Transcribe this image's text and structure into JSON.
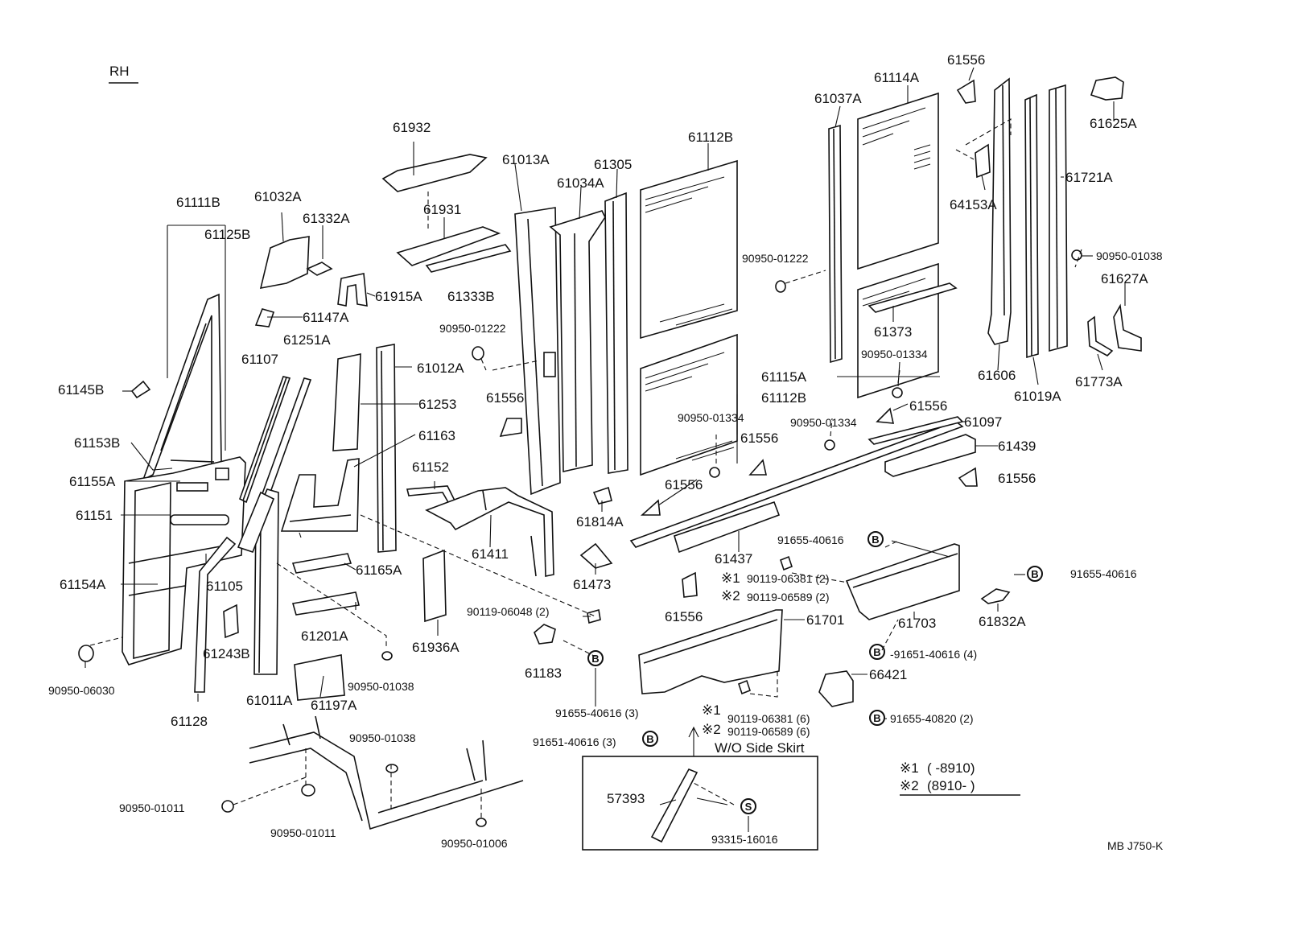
{
  "diagram": {
    "side_label": "RH",
    "drawing_code": "MB J750-K",
    "wo_side_skirt_label": "W/O Side Skirt",
    "legend": {
      "mark1": "※1",
      "mark1_range": "(       -8910)",
      "mark2": "※2",
      "mark2_range": "(8910-        )"
    },
    "circle_marks": {
      "b": "B",
      "s": "S"
    },
    "parts": {
      "p61111B": "61111B",
      "p61125B": "61125B",
      "p61032A": "61032A",
      "p61332A": "61332A",
      "p61932": "61932",
      "p61931": "61931",
      "p61333B": "61333B",
      "p61013A": "61013A",
      "p61034A": "61034A",
      "p61305": "61305",
      "p61112B_top": "61112B",
      "p61037A": "61037A",
      "p61114A": "61114A",
      "p61556_top": "61556",
      "p61625A": "61625A",
      "p61721A": "61721A",
      "p64153A": "64153A",
      "p90950_01038_r": "90950-01038",
      "p61627A": "61627A",
      "p61773A": "61773A",
      "p61606": "61606",
      "p61019A": "61019A",
      "p61915A": "61915A",
      "p61147A": "61147A",
      "p61251A": "61251A",
      "p61107": "61107",
      "p61012A": "61012A",
      "p61253": "61253",
      "p61163": "61163",
      "p61145B": "61145B",
      "p61153B": "61153B",
      "p61155A": "61155A",
      "p61151": "61151",
      "p61154A": "61154A",
      "p61105": "61105",
      "p61165A": "61165A",
      "p61201A": "61201A",
      "p61243B": "61243B",
      "p61128": "61128",
      "p61011A": "61011A",
      "p61197A": "61197A",
      "p90950_06030": "90950-06030",
      "p90950_01038_a": "90950-01038",
      "p90950_01038_b": "90950-01038",
      "p90950_01011_a": "90950-01011",
      "p90950_01011_b": "90950-01011",
      "p90950_01006": "90950-01006",
      "p90950_01222_l": "90950-01222",
      "p61556_l": "61556",
      "p61152": "61152",
      "p61411": "61411",
      "p61936A": "61936A",
      "p90119_06048": "90119-06048 (2)",
      "p61183": "61183",
      "p91655_40616_3": "91655-40616 (3)",
      "p91651_40616_3": "91651-40616 (3)",
      "p61814A": "61814A",
      "p61473": "61473",
      "p61556_c": "61556",
      "p61437": "61437",
      "p61556_d": "61556",
      "p90950_01222_r": "90950-01222",
      "p61373": "61373",
      "p90950_01334_a": "90950-01334",
      "p61115A": "61115A",
      "p61112B_mid": "61112B",
      "p90950_01334_b": "90950-01334",
      "p61556_e": "61556",
      "p90950_01334_c": "90950-01334",
      "p61556_f": "61556",
      "p61097": "61097",
      "p61439": "61439",
      "p61556_g": "61556",
      "p91655_40616_a": "91655-40616",
      "p90119_06381_2": "90119-06381 (2)",
      "p90119_06589_2": "90119-06589 (2)",
      "p91655_40616_b": "91655-40616",
      "p61703": "61703",
      "p61832A": "61832A",
      "p61701": "61701",
      "p91651_40616_4": "-91651-40616 (4)",
      "p66421": "66421",
      "p90119_06381_6": "90119-06381 (6)",
      "p90119_06589_6": "90119-06589 (6)",
      "p91655_40820": "91655-40820 (2)",
      "p57393": "57393",
      "p93315_16016": "93315-16016"
    }
  }
}
